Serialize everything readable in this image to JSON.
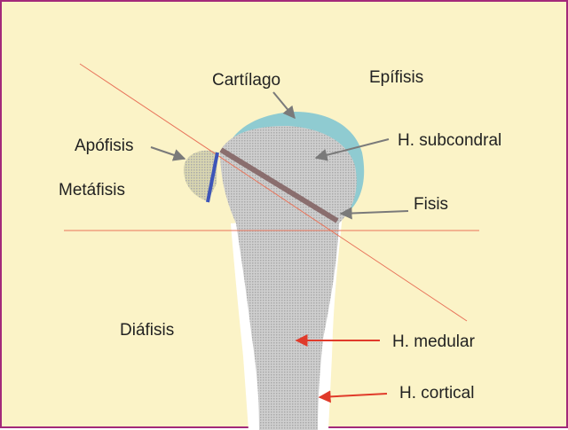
{
  "labels": {
    "cartilago": "Cartílago",
    "epifisis": "Epífisis",
    "apofisis": "Apófisis",
    "subcondral": "H. subcondral",
    "metafisis": "Metáfisis",
    "fisis": "Fisis",
    "diafisis": "Diáfisis",
    "medular": "H. medular",
    "cortical": "H. cortical"
  },
  "colors": {
    "background": "#fbf3c7",
    "frame": "#a3297a",
    "cartilage": "#8fcbd1",
    "bone_texture": "#b9b9b9",
    "cortex": "#ffffff",
    "guide_line": "#e8735a",
    "physis": "#8a6e6e",
    "apophysis_line": "#3d55b8",
    "gray_arrow": "#7a7a7a",
    "red_arrow": "#e03a2a"
  }
}
